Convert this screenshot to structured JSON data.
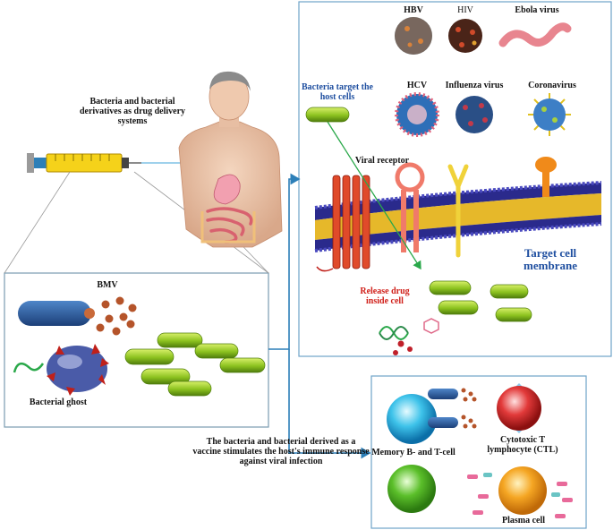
{
  "delivery": {
    "label": "Bacteria and bacterial derivatives as drug delivery systems"
  },
  "viruses": [
    {
      "name": "HBV",
      "color": "#b5542a"
    },
    {
      "name": "HIV",
      "color": "#7a2f1a"
    },
    {
      "name": "Ebola virus",
      "color": "#e8858f"
    },
    {
      "name": "HCV",
      "color": "#2e6fb8"
    },
    {
      "name": "Influenza virus",
      "color": "#2a4f86"
    },
    {
      "name": "Coronavirus",
      "color": "#3d7fc6"
    }
  ],
  "membrane": {
    "target_label": "Bacteria target the host cells",
    "receptor_label": "Viral receptor",
    "membrane_label": "Target cell membrane",
    "release_label": "Release drug inside cell"
  },
  "vectors": {
    "bmv": "BMV",
    "ghost": "Bacterial ghost"
  },
  "vaccine": {
    "caption": "The bacteria and bacterial derived as a vaccine stimulates the host's immune response against viral infection"
  },
  "immune": {
    "memory": "Memory B- and T-cell",
    "ctl": "Cytotoxic T lymphocyte (CTL)",
    "plasma": "Plasma cell"
  },
  "colors": {
    "panel_border": "#6ea3c9",
    "arrow": "#2c7fb8",
    "bacteria": "#9ecf2a",
    "bmv": "#2a5e9e"
  }
}
